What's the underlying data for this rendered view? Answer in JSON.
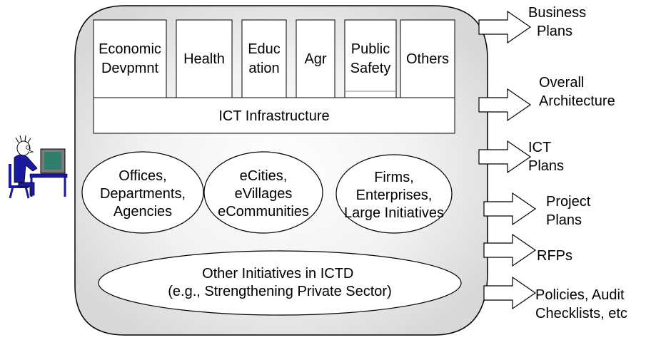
{
  "sectors": [
    {
      "lines": [
        "Economic",
        "Devpmnt"
      ]
    },
    {
      "lines": [
        "Health"
      ]
    },
    {
      "lines": [
        "Educ",
        "ation"
      ]
    },
    {
      "lines": [
        "Agr"
      ]
    },
    {
      "lines": [
        "Public",
        "Safety"
      ]
    },
    {
      "lines": [
        "Others"
      ]
    }
  ],
  "infrastructure": "ICT Infrastructure",
  "ellipses": [
    {
      "lines": [
        "Offices,",
        "Departments,",
        "Agencies"
      ]
    },
    {
      "lines": [
        "eCities,",
        "eVillages",
        "eCommunities"
      ]
    },
    {
      "lines": [
        "Firms,",
        "Enterprises,",
        "Large Initiatives"
      ]
    }
  ],
  "other_initiatives": {
    "lines": [
      "Other Initiatives in ICTD",
      "(e.g., Strengthening Private Sector)"
    ]
  },
  "outputs": [
    {
      "lines": [
        "Business",
        "Plans"
      ]
    },
    {
      "lines": [
        "Overall",
        "Architecture"
      ]
    },
    {
      "lines": [
        "ICT",
        "Plans"
      ]
    },
    {
      "lines": [
        "Project",
        "Plans"
      ]
    },
    {
      "lines": [
        "RFPs"
      ]
    },
    {
      "lines": [
        "Policies, Audit",
        "Checklists, etc"
      ]
    }
  ],
  "icons": {
    "user": "person-at-computer-icon"
  }
}
